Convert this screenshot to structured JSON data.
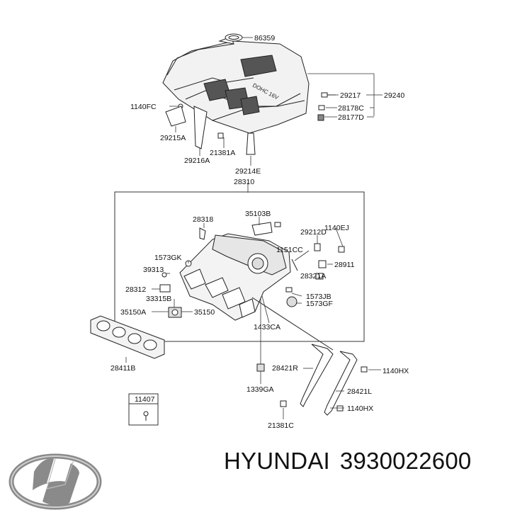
{
  "diagram": {
    "labels": {
      "p86359": "86359",
      "p29217": "29217",
      "p29240": "29240",
      "p1140FC": "1140FC",
      "p28178C": "28178C",
      "p28177D": "28177D",
      "p29215A": "29215A",
      "p21381A": "21381A",
      "p29216A": "29216A",
      "p29214E": "29214E",
      "p28310": "28310",
      "p28318": "28318",
      "p35103B": "35103B",
      "p1140EJ": "1140EJ",
      "p29212D": "29212D",
      "p1151CC": "1151CC",
      "p1573GK": "1573GK",
      "p28911": "28911",
      "p39313": "39313",
      "p28321A": "28321A",
      "p28312": "28312",
      "p1573JB": "1573JB",
      "p33315B": "33315B",
      "p1573GF": "1573GF",
      "p35150A": "35150A",
      "p35150": "35150",
      "p1433CA": "1433CA",
      "p28411B": "28411B",
      "p28421R": "28421R",
      "p1140HX_a": "1140HX",
      "p1339GA": "1339GA",
      "p28421L": "28421L",
      "p11407": "11407",
      "p1140HX_b": "1140HX",
      "p21381C": "21381C"
    }
  },
  "footer": {
    "brand": "HYUNDAI",
    "part_number": "3930022600"
  },
  "logo": {
    "name": "hyundai-logo",
    "color": "#8a8a8a"
  }
}
